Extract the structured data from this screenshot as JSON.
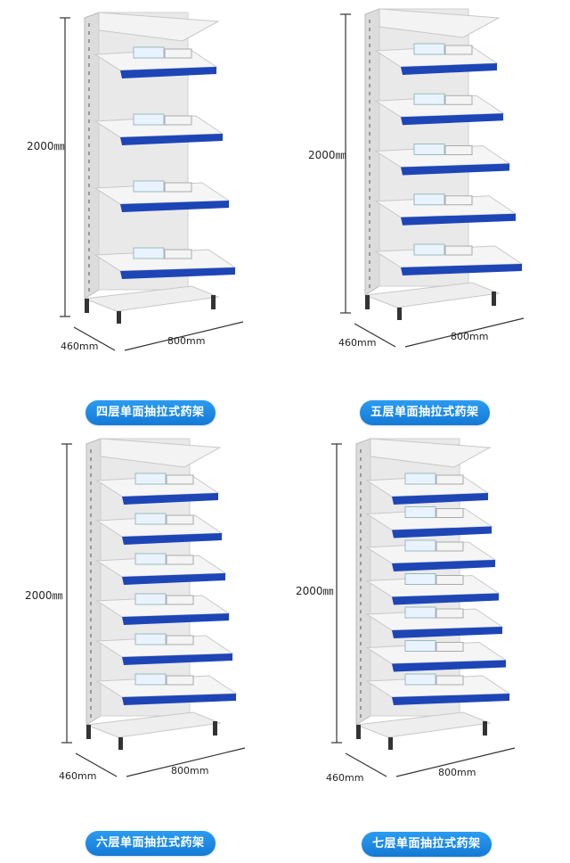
{
  "dimension_labels": {
    "height": "2000㎜",
    "depth": "460mm",
    "width": "800mm"
  },
  "products": [
    {
      "shelves": 4,
      "label": "四层单面抽拉式药架"
    },
    {
      "shelves": 5,
      "label": "五层单面抽拉式药架"
    },
    {
      "shelves": 6,
      "label": "六层单面抽拉式药架"
    },
    {
      "shelves": 7,
      "label": "七层单面抽拉式药架"
    }
  ],
  "colors": {
    "drawer_blue": "#1d45b6",
    "frame": "#e9e9e9",
    "pill_blue": "#1f8ae6"
  }
}
